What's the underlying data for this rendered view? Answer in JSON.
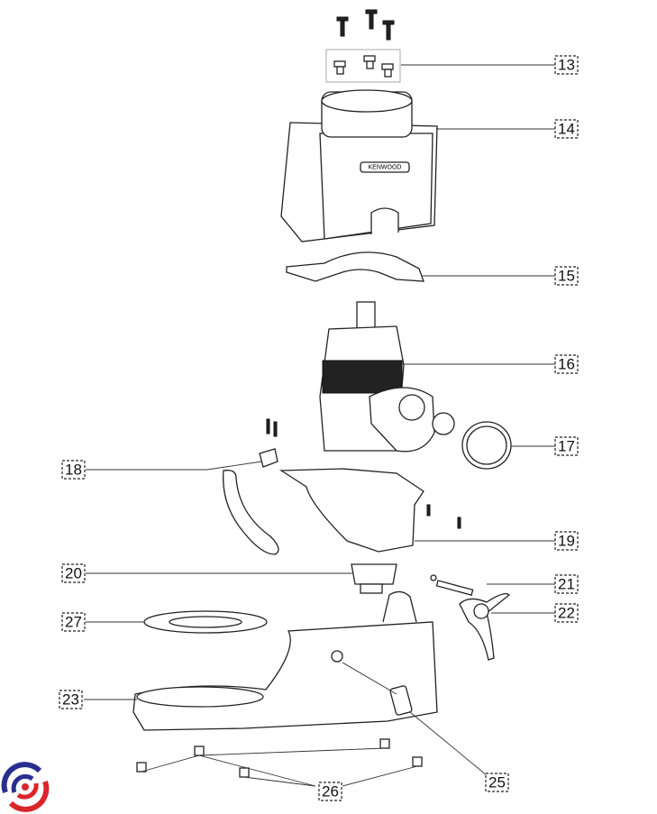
{
  "diagram": {
    "brand_on_part": "KENWOOD",
    "callouts": [
      "13",
      "14",
      "15",
      "16",
      "17",
      "18",
      "19",
      "20",
      "21",
      "22",
      "27",
      "23",
      "25",
      "26"
    ],
    "logo_colors": {
      "blue": "#2a2f8f",
      "red": "#d9262b"
    }
  }
}
